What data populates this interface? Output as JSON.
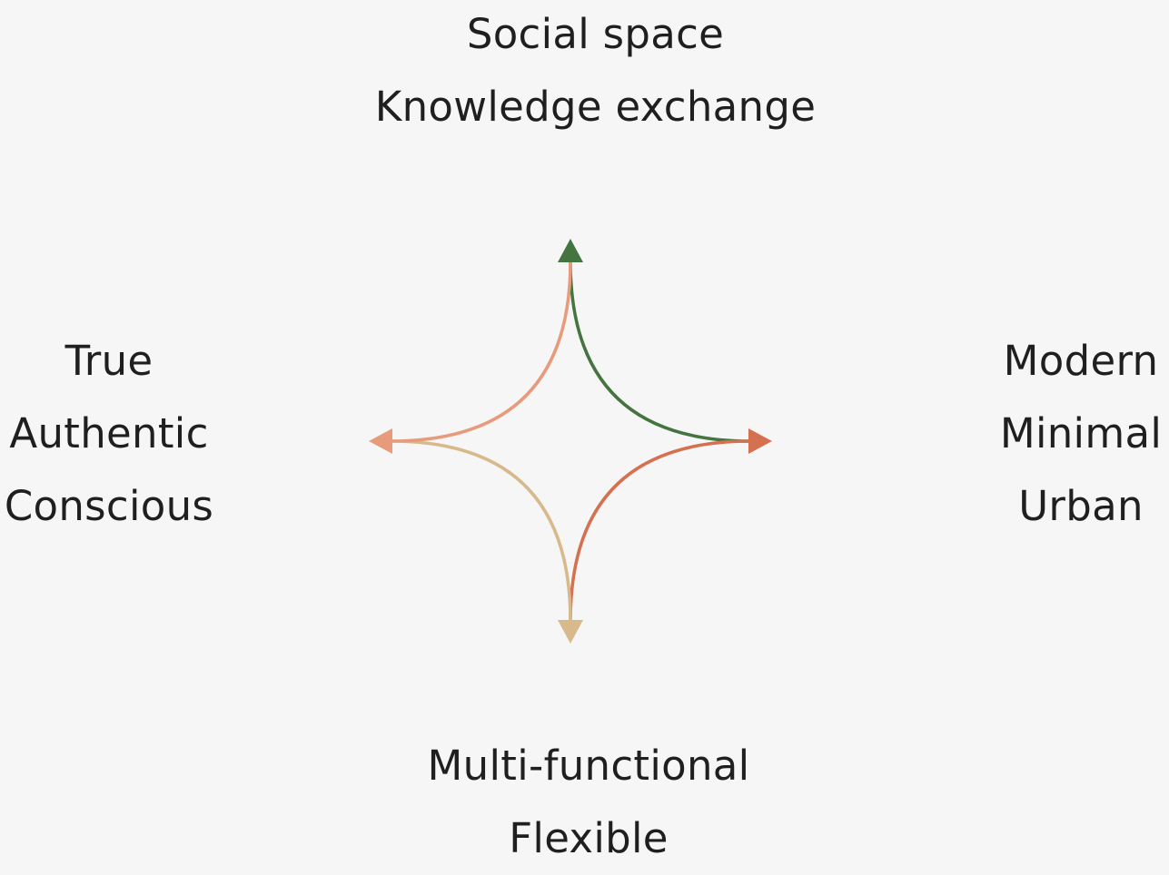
{
  "top": {
    "lines": [
      "Social space",
      "Knowledge exchange"
    ]
  },
  "left": {
    "lines": [
      "True",
      "Authentic",
      "Conscious"
    ]
  },
  "right": {
    "lines": [
      "Modern",
      "Minimal",
      "Urban"
    ]
  },
  "bottom": {
    "lines": [
      "Multi-functional",
      "Flexible"
    ]
  },
  "colors": {
    "background": "#f6f6f6",
    "text": "#1f1f1f",
    "green": "#44743f",
    "terracotta": "#d57150",
    "salmon": "#e79b7c",
    "sand": "#d7b98b"
  },
  "icons": {
    "up-arrow": "arrowhead-up-icon",
    "right-arrow": "arrowhead-right-icon",
    "down-arrow": "arrowhead-down-icon",
    "left-arrow": "arrowhead-left-icon"
  }
}
